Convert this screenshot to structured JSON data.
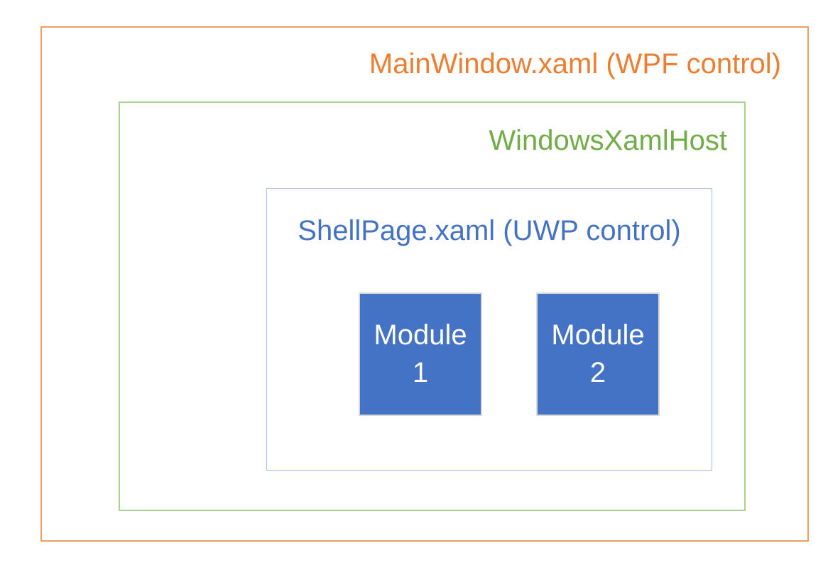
{
  "diagram": {
    "mainwindow": {
      "label": "MainWindow.xaml (WPF control)",
      "text_color": "#ED7D31",
      "border_color": "#F09C63"
    },
    "xamlhost": {
      "label": "WindowsXamlHost",
      "text_color": "#70AD47",
      "border_color": "#A9D18E"
    },
    "shellpage": {
      "label": "ShellPage.xaml (UWP control)",
      "text_color": "#4472C4",
      "border_color": "#A9C4E9"
    },
    "modules": [
      {
        "line1": "Module",
        "line2": "1"
      },
      {
        "line1": "Module",
        "line2": "2"
      }
    ],
    "module_style": {
      "fill_color": "#4472C4",
      "text_color": "#FFFFFF",
      "border_color": "#D9D9D9"
    }
  }
}
